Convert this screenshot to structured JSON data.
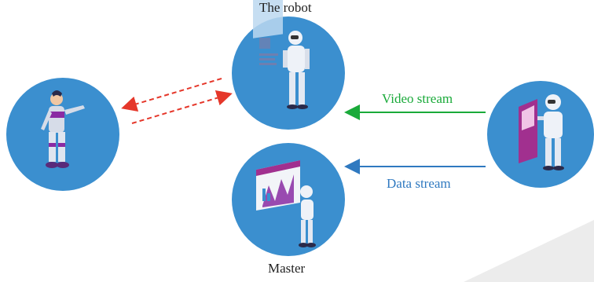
{
  "labels": {
    "robot": "The robot",
    "master": "Master",
    "video_stream": "Video stream",
    "data_stream": "Data stream"
  },
  "colors": {
    "circle": "#3b8fcf",
    "video_arrow": "#1aaa3a",
    "data_arrow": "#2f79c0",
    "control_arrows": "#e5372a",
    "background_watermark": "#ececec"
  },
  "icons": {
    "left_circle": "human-operator-in-motion-suit-icon",
    "robot_circle": "robot-with-holographic-screen-icon",
    "master_circle": "robot-with-statistics-board-icon",
    "right_circle": "robot-at-control-terminal-icon"
  }
}
